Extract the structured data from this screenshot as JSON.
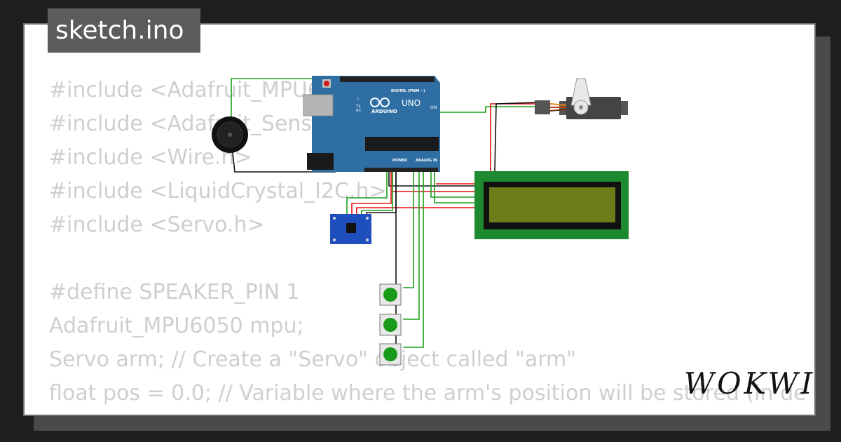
{
  "tab": {
    "filename": "sketch.ino"
  },
  "code": {
    "lines": [
      "#include <Adafruit_MPU6050.h>",
      "#include <Adafruit_Sensor.h>",
      "#include <Wire.h>",
      "#include <LiquidCrystal_I2C.h>",
      "#include <Servo.h>",
      "",
      "#define SPEAKER_PIN 1",
      "Adafruit_MPU6050 mpu;",
      "Servo arm; // Create a \"Servo\" object called \"arm\"",
      "float pos = 0.0; // Variable where the arm's position will be stored (in de"
    ]
  },
  "board": {
    "logo_text": "ARDUINO",
    "model": "UNO",
    "header_digital": "DIGITAL (PWM ~)",
    "header_power": "POWER",
    "header_analog": "ANALOG IN",
    "led_on": "ON",
    "led_l": "L",
    "led_tx": "TX",
    "led_rx": "RX"
  },
  "brand": {
    "logo": "WOKWI"
  },
  "colors": {
    "background": "#1e1e1e",
    "card": "#ffffff",
    "tab": "#5c5c5c",
    "arduino_blue": "#2e6ea3",
    "lcd_pcb": "#1e8a2f",
    "lcd_screen": "#6d7d1a",
    "button_cap": "#1a9a1a",
    "wire_green": "#1aa01a",
    "wire_red": "#e01010",
    "wire_black": "#111111"
  }
}
